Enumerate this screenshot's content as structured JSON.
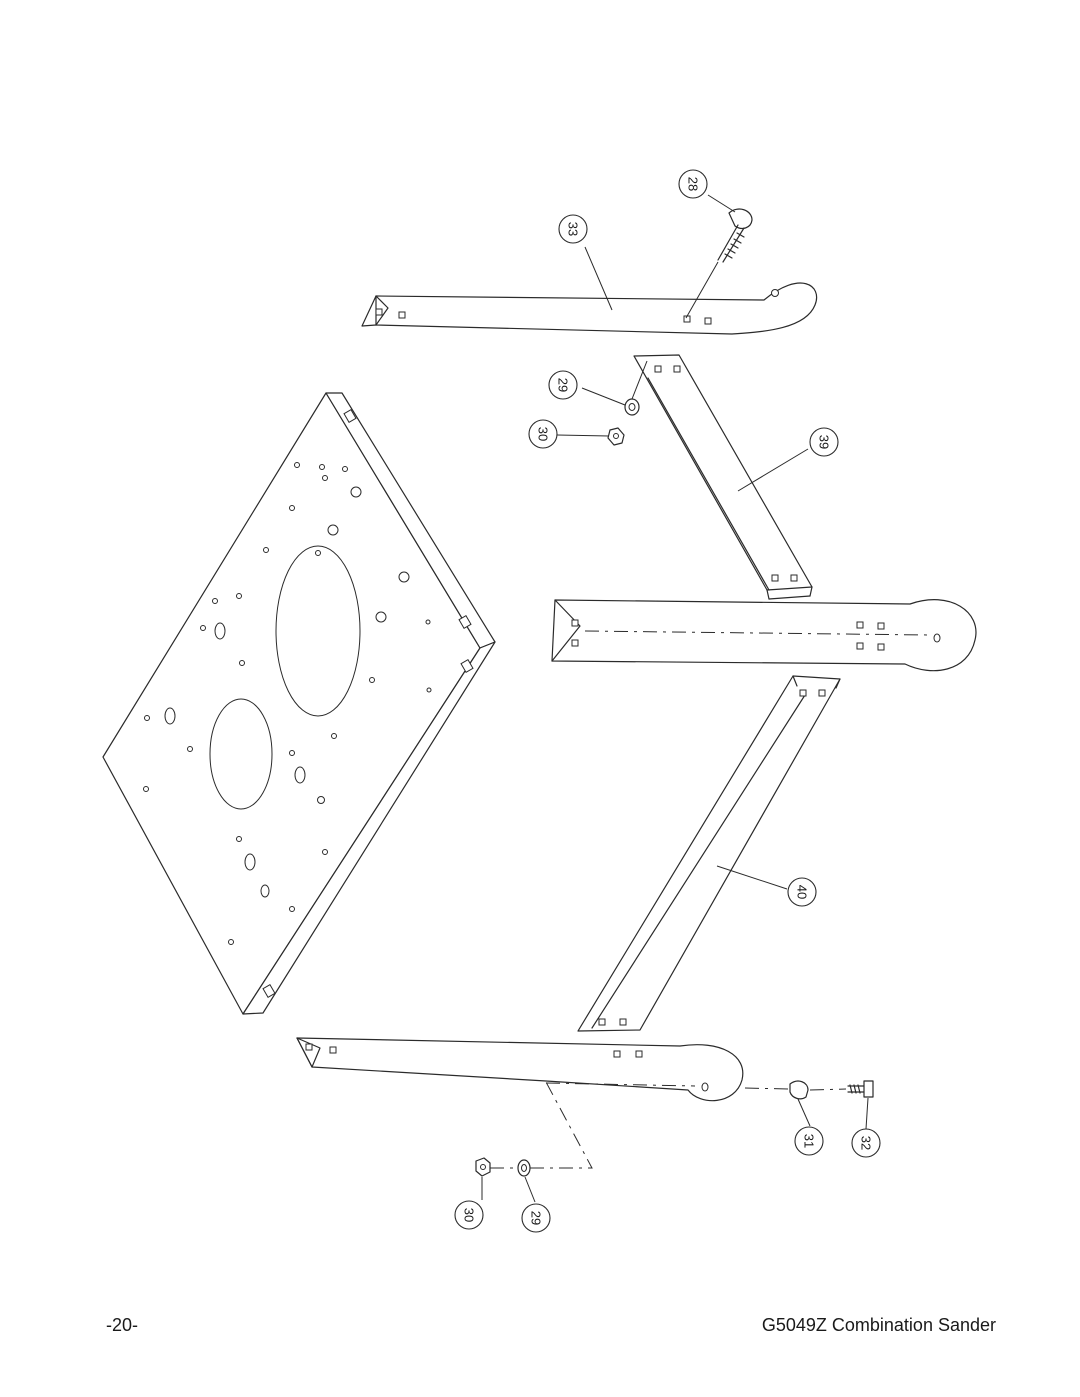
{
  "diagram": {
    "callouts": [
      "28",
      "33",
      "29",
      "30",
      "39",
      "40",
      "31",
      "32",
      "30",
      "29"
    ]
  },
  "footer": {
    "page_number": "-20-",
    "title": "G5049Z Combination Sander"
  }
}
